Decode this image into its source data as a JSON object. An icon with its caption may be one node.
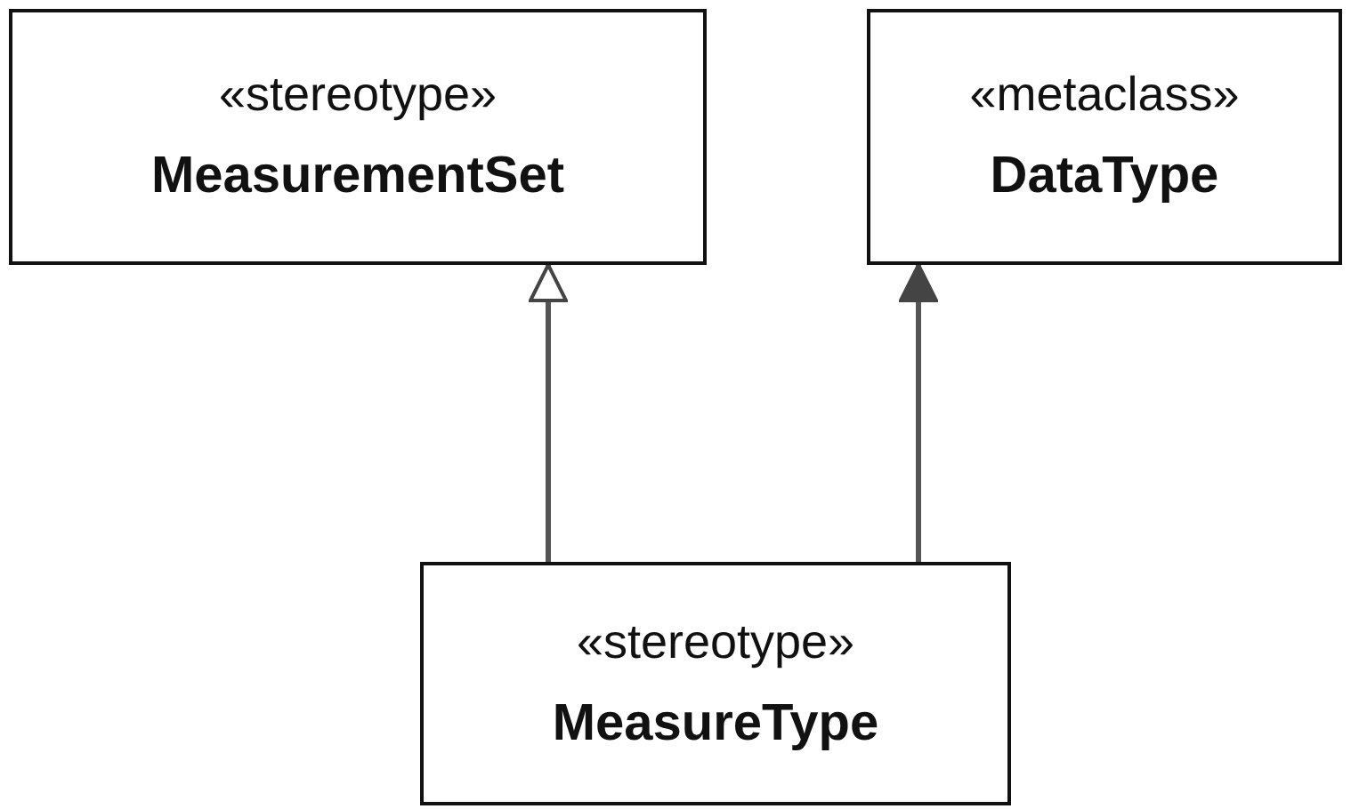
{
  "diagram": {
    "nodes": [
      {
        "text": [
          "«stereotype»",
          "MeasurementSet"
        ]
      },
      {
        "text": [
          "«metaclass»",
          "DataType"
        ]
      },
      {
        "text": [
          "«stereotype»",
          "MeasureType"
        ]
      }
    ],
    "edges": [
      {
        "from": 2,
        "to": 0,
        "arrow": "to"
      },
      {
        "from": 2,
        "to": 1,
        "arrow": "to"
      }
    ]
  }
}
